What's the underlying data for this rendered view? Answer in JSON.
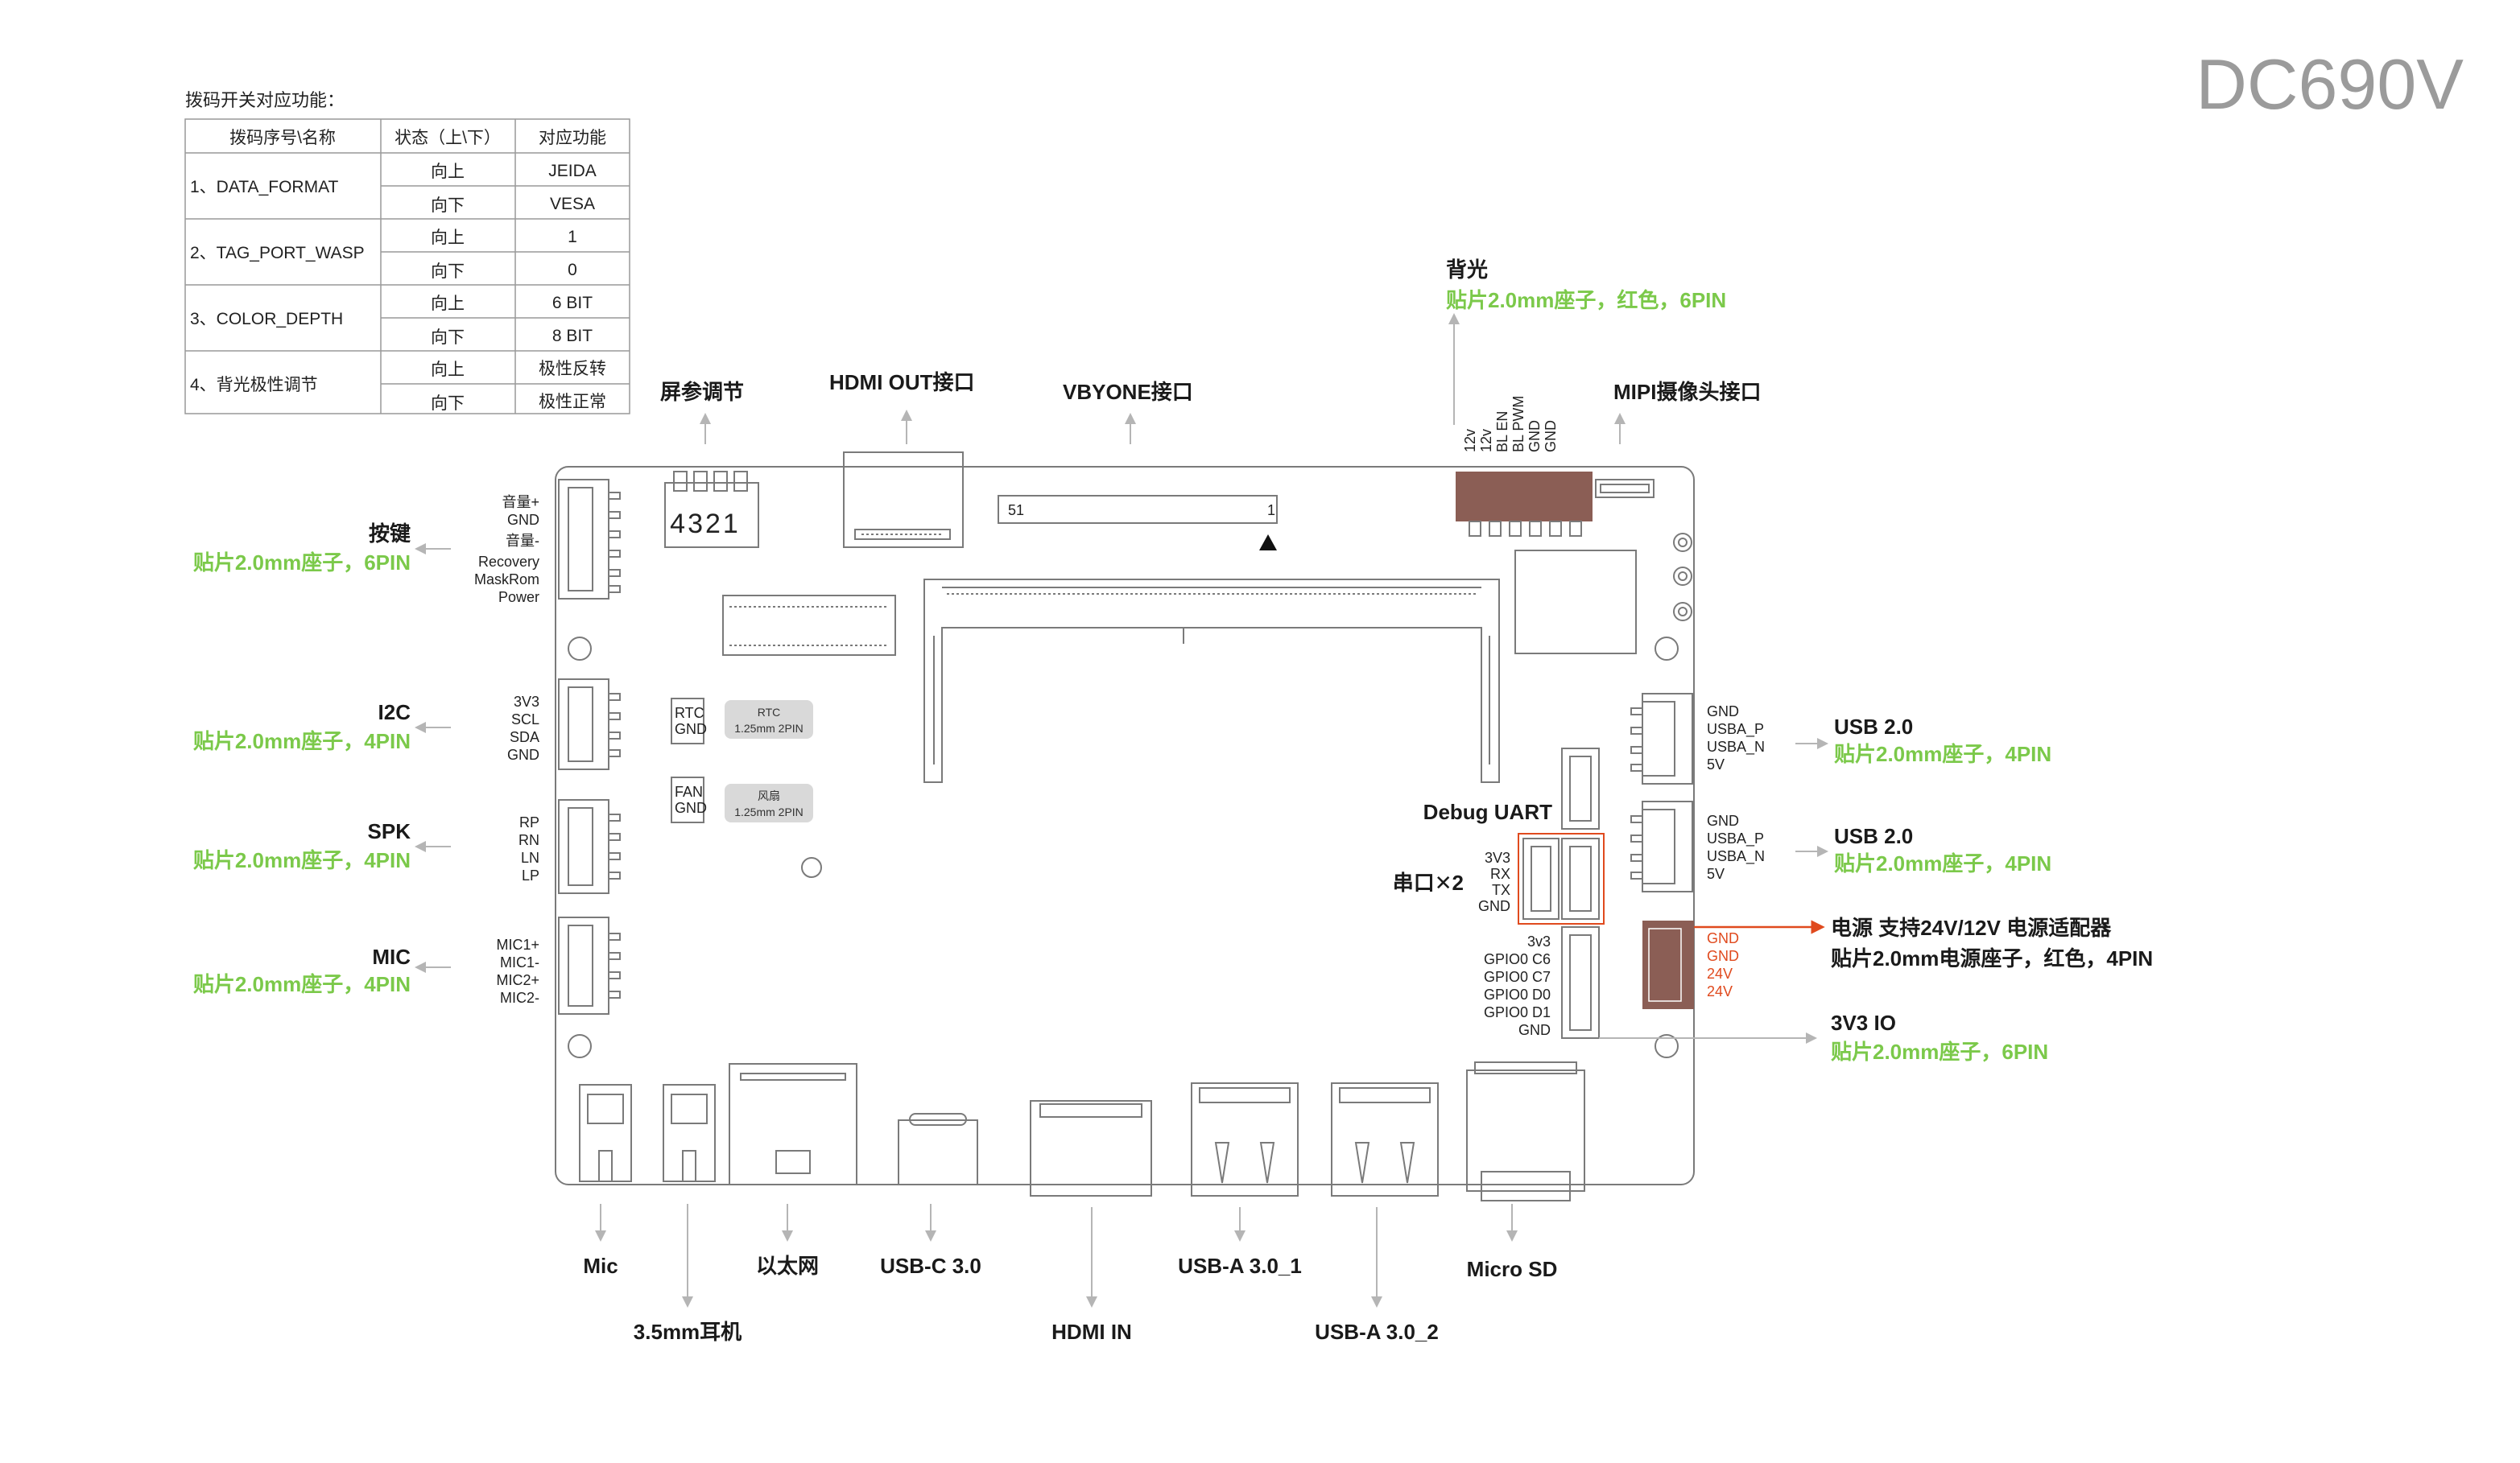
{
  "title": "DC690V",
  "dip_table": {
    "caption": "拨码开关对应功能：",
    "headers": [
      "拨码序号\\名称",
      "状态（上\\下）",
      "对应功能"
    ],
    "rows": [
      {
        "name": "1、DATA_FORMAT",
        "states": [
          {
            "state": "向上",
            "func": "JEIDA"
          },
          {
            "state": "向下",
            "func": "VESA"
          }
        ]
      },
      {
        "name": "2、TAG_PORT_WASP",
        "states": [
          {
            "state": "向上",
            "func": "1"
          },
          {
            "state": "向下",
            "func": "0"
          }
        ]
      },
      {
        "name": "3、COLOR_DEPTH",
        "states": [
          {
            "state": "向上",
            "func": "6 BIT"
          },
          {
            "state": "向下",
            "func": "8 BIT"
          }
        ]
      },
      {
        "name": "4、背光极性调节",
        "states": [
          {
            "state": "向上",
            "func": "极性反转"
          },
          {
            "state": "向下",
            "func": "极性正常"
          }
        ]
      }
    ]
  },
  "colors": {
    "accent_green": "#7bc94a",
    "power_red": "#e04a1e",
    "connector_brown": "#8b5e55",
    "board_line": "#7a7a7a"
  },
  "top_labels": {
    "screen_param": "屏参调节",
    "dip_digits": "4321",
    "hdmi_out": "HDMI OUT接口",
    "vbyone": "VBYONE接口",
    "vbyone_pin_left": "51",
    "vbyone_pin_right": "1",
    "backlight": "背光",
    "backlight_sub": "贴片2.0mm座子，红色，6PIN",
    "backlight_pins": [
      "12v",
      "12v",
      "BL EN",
      "BL PWM",
      "GND",
      "GND"
    ],
    "mipi": "MIPI摄像头接口"
  },
  "left_connectors": [
    {
      "title": "按键",
      "sub": "贴片2.0mm座子，6PIN",
      "pins": [
        "音量+",
        "GND",
        "音量-",
        "Recovery",
        "MaskRom",
        "Power"
      ]
    },
    {
      "title": "I2C",
      "sub": "贴片2.0mm座子，4PIN",
      "pins": [
        "3V3",
        "SCL",
        "SDA",
        "GND"
      ]
    },
    {
      "title": "SPK",
      "sub": "贴片2.0mm座子，4PIN",
      "pins": [
        "RP",
        "RN",
        "LN",
        "LP"
      ]
    },
    {
      "title": "MIC",
      "sub": "贴片2.0mm座子，4PIN",
      "pins": [
        "MIC1+",
        "MIC1-",
        "MIC2+",
        "MIC2-"
      ]
    }
  ],
  "board_small": {
    "rtc_pins": [
      "RTC",
      "GND"
    ],
    "rtc_tag": [
      "RTC",
      "1.25mm 2PIN"
    ],
    "fan_pins": [
      "FAN",
      "GND"
    ],
    "fan_tag": [
      "风扇",
      "1.25mm 2PIN"
    ]
  },
  "right_connectors": {
    "debug_uart": "Debug UART",
    "serial": "串口✕2",
    "uart_pins": [
      "3V3",
      "RX",
      "TX",
      "GND"
    ],
    "gpio_pins": [
      "3v3",
      "GPIO0 C6",
      "GPIO0 C7",
      "GPIO0 D0",
      "GPIO0 D1",
      "GND"
    ],
    "usb1": {
      "title": "USB 2.0",
      "sub": "贴片2.0mm座子，4PIN",
      "pins": [
        "GND",
        "USBA_P",
        "USBA_N",
        "5V"
      ]
    },
    "usb2": {
      "title": "USB 2.0",
      "sub": "贴片2.0mm座子，4PIN",
      "pins": [
        "GND",
        "USBA_P",
        "USBA_N",
        "5V"
      ]
    },
    "power": {
      "title": "电源 支持24V/12V 电源适配器",
      "sub": "贴片2.0mm电源座子，红色，4PIN",
      "pins": [
        "GND",
        "GND",
        "24V",
        "24V"
      ]
    },
    "io": {
      "title": "3V3 IO",
      "sub": "贴片2.0mm座子，6PIN"
    }
  },
  "bottom_labels": {
    "mic": "Mic",
    "headphone": "3.5mm耳机",
    "ethernet": "以太网",
    "usbc": "USB-C 3.0",
    "hdmi_in": "HDMI IN",
    "usba1": "USB-A 3.0_1",
    "usba2": "USB-A 3.0_2",
    "microsd": "Micro SD"
  }
}
